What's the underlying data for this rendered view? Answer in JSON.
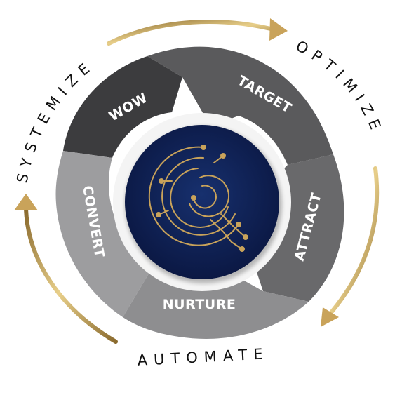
{
  "cycle": {
    "segments": [
      {
        "label": "WOW",
        "color": "#3c3c3e"
      },
      {
        "label": "TARGET",
        "color": "#5a5a5c"
      },
      {
        "label": "ATTRACT",
        "color": "#69696b"
      },
      {
        "label": "NURTURE",
        "color": "#8e8e90"
      },
      {
        "label": "CONVERT",
        "color": "#9d9d9f"
      }
    ],
    "outer_labels": {
      "top_left": "SYSTEMIZE",
      "top_right": "OPTIMIZE",
      "bottom": "AUTOMATE"
    }
  },
  "center": {
    "logo_icon": "q-circuit-logo-icon",
    "background_color": "#0d1d4e",
    "accent_color": "#c9a35a"
  },
  "arrows": {
    "color": "#c9a35a",
    "count": 3
  }
}
